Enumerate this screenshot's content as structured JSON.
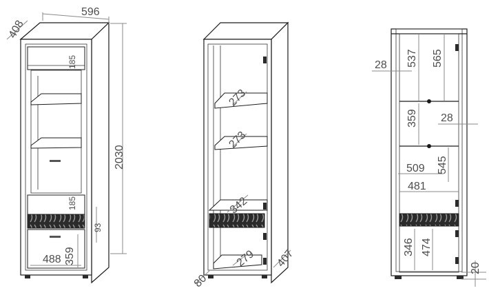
{
  "views": {
    "front_3d": {
      "width": "596",
      "depth": "408",
      "height": "2030",
      "top_drawer": "185",
      "mid_drawer": "185",
      "grille": "93",
      "lower_width": "488",
      "lower_height": "359"
    },
    "open_3d": {
      "shelf_upper": "273",
      "shelf_lower": "273",
      "inner_depth": "342",
      "base_depth": "279",
      "foot": "80",
      "side_depth": "407"
    },
    "front_elevation": {
      "side_gap": "28",
      "top_inner": "537",
      "top_outer": "565",
      "mid_height": "359",
      "mid_gap": "28",
      "inner_width": "509",
      "lower_right": "545",
      "lower_inner_width": "481",
      "bottom_left": "346",
      "bottom_right": "474",
      "plinth": "20"
    }
  },
  "colors": {
    "line": "#1a1a1a",
    "dimension": "#8a8a8a",
    "label": "#4d4d4d"
  }
}
